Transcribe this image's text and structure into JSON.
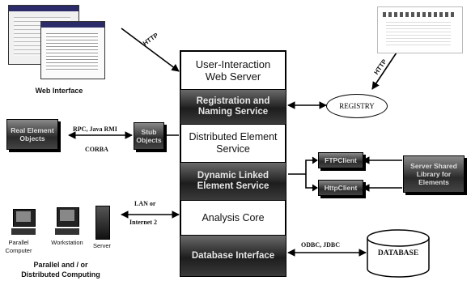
{
  "stack": {
    "items": [
      {
        "label": "User-Interaction Web Server",
        "style": "light"
      },
      {
        "label": "Registration and Naming Service",
        "style": "dark"
      },
      {
        "label": "Distributed Element Service",
        "style": "light"
      },
      {
        "label": "Dynamic Linked Element Service",
        "style": "dark"
      },
      {
        "label": "Analysis Core",
        "style": "light"
      },
      {
        "label": "Database Interface",
        "style": "dark"
      }
    ]
  },
  "web_interface": {
    "caption": "Web Interface",
    "link_label": "HTTP"
  },
  "registry": {
    "label": "REGISTRY",
    "link_label": "HTTP"
  },
  "real_objects": {
    "label": "Real Element Objects"
  },
  "stub_objects": {
    "label": "Stub Objects"
  },
  "rpc": {
    "line1": "RPC, Java RMI",
    "line2": "CORBA"
  },
  "ftp_client": {
    "label": "FTPClient"
  },
  "http_client": {
    "label": "HttpClient"
  },
  "shared_library": {
    "label": "Server Shared Library for Elements"
  },
  "network": {
    "line1": "LAN or",
    "line2": "Internet 2"
  },
  "computers": [
    {
      "label": "Parallel Computer"
    },
    {
      "label": "Workstation"
    },
    {
      "label": "Server"
    }
  ],
  "computing_caption": {
    "line1": "Parallel and / or",
    "line2": "Distributed Computing"
  },
  "database": {
    "label": "DATABASE",
    "link_label": "ODBC, JDBC"
  }
}
